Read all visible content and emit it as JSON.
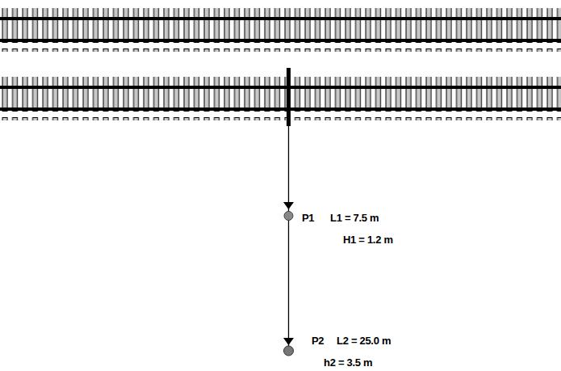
{
  "diagram": {
    "labels": [
      "P1",
      "L1 = 7.5 m",
      "H1 = 1.2 m",
      "P2",
      "L2 = 25.0 m",
      "h2 = 3.5 m"
    ]
  }
}
